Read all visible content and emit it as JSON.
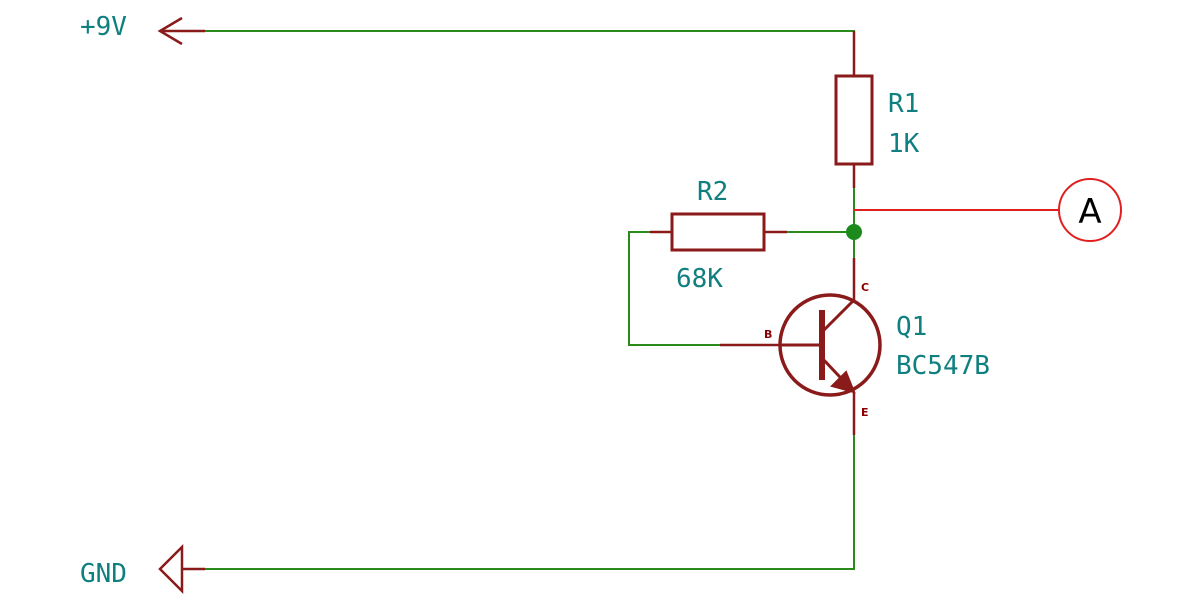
{
  "colors": {
    "wire": "#2a8a1a",
    "component": "#8b1a1a",
    "label": "#0f7f7f",
    "probe_wire": "#e02020",
    "junction": "#1c8a1c"
  },
  "power": {
    "vcc_label": "+9V",
    "gnd_label": "GND"
  },
  "components": {
    "r1": {
      "ref": "R1",
      "value": "1K"
    },
    "r2": {
      "ref": "R2",
      "value": "68K"
    },
    "q1": {
      "ref": "Q1",
      "value": "BC547B",
      "pin_c": "C",
      "pin_b": "B",
      "pin_e": "E"
    }
  },
  "probe": {
    "label": "A"
  }
}
